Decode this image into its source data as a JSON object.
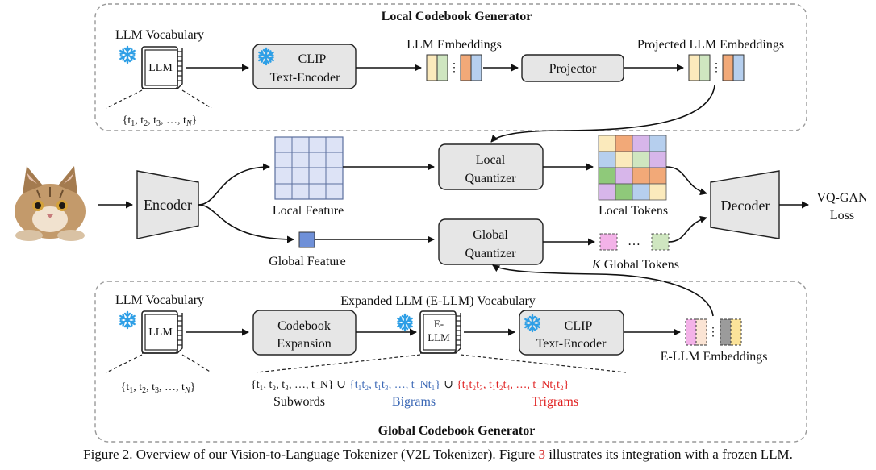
{
  "colors": {
    "box_fill": "#e6e6e6",
    "panel_dash": "#999999",
    "feature_fill": "#dde3f6",
    "feature_grid": "#5b6f9e",
    "global_feature": "#6f90d8",
    "bigram_blue": "#3a67b5",
    "trigram_red": "#e02020",
    "snowflake": "#2e9fe6"
  },
  "local_panel": {
    "title": "Local Codebook Generator",
    "vocab_label": "LLM Vocabulary",
    "book_label": "LLM",
    "token_set": "{t₁, t₂, t₃, …, t_N}",
    "clip_line1": "CLIP",
    "clip_line2": "Text-Encoder",
    "embeddings_label": "LLM Embeddings",
    "projector_label": "Projector",
    "projected_label": "Projected LLM Embeddings"
  },
  "middle": {
    "encoder_label": "Encoder",
    "local_feature_label": "Local Feature",
    "global_feature_label": "Global Feature",
    "local_quantizer_line1": "Local",
    "local_quantizer_line2": "Quantizer",
    "global_quantizer_line1": "Global",
    "global_quantizer_line2": "Quantizer",
    "local_tokens_label": "Local Tokens",
    "global_tokens_k": "K",
    "global_tokens_label": " Global Tokens",
    "dots": "…",
    "decoder_label": "Decoder",
    "loss_line1": "VQ-GAN",
    "loss_line2": "Loss"
  },
  "global_panel": {
    "title": "Global Codebook Generator",
    "vocab_label": "LLM Vocabulary",
    "book_label": "LLM",
    "token_set": "{t₁, t₂, t₃, …, t_N}",
    "expansion_line1": "Codebook",
    "expansion_line2": "Expansion",
    "expanded_vocab_label": "Expanded LLM (E-LLM) Vocabulary",
    "ebook_line1": "E-",
    "ebook_line2": "LLM",
    "clip_line1": "CLIP",
    "clip_line2": "Text-Encoder",
    "embeddings_label": "E-LLM Embeddings",
    "subwords_set": "{t₁, t₂, t₃, …, t_N} ∪",
    "bigrams_set": "{t₁t₂, t₁t₃, …, t_Nt₁}",
    "union2": "∪",
    "trigrams_set": "{t₁t₂t₃, t₁t₂t₄, …, t_Nt₁t₂}",
    "subwords_label": "Subwords",
    "bigrams_label": "Bigrams",
    "trigrams_label": "Trigrams"
  },
  "caption": {
    "before": "Figure 2. Overview of our Vision-to-Language Tokenizer (V2L Tokenizer). Figure ",
    "ref": "3",
    "after": " illustrates its integration with a frozen LLM."
  }
}
